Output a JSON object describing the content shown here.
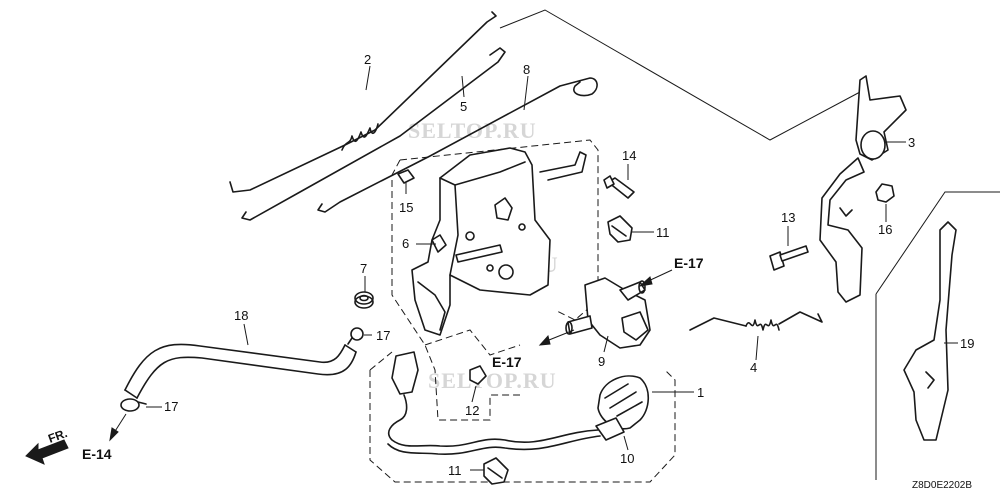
{
  "diagram": {
    "watermark": "SELTOP.RU",
    "drawing_code": "Z8D0E2202B",
    "direction_label": "FR.",
    "cross_refs": {
      "e17_upper": "E-17",
      "e17_lower": "E-17",
      "e14": "E-14"
    },
    "callouts": {
      "c1": "1",
      "c2": "2",
      "c3": "3",
      "c4": "4",
      "c5": "5",
      "c6": "6",
      "c7": "7",
      "c8": "8",
      "c9": "9",
      "c10": "10",
      "c11a": "11",
      "c11b": "11",
      "c12": "12",
      "c13": "13",
      "c14": "14",
      "c15": "15",
      "c16": "16",
      "c17a": "17",
      "c17b": "17",
      "c18": "18",
      "c19": "19"
    }
  }
}
